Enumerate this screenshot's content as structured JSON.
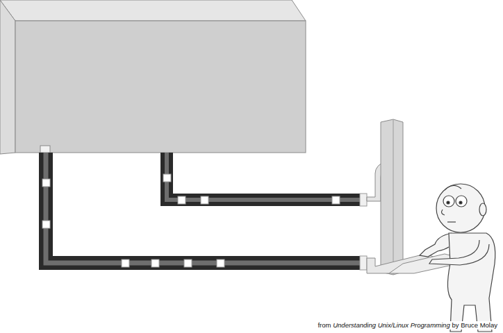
{
  "diagram": {
    "labels": [
      "from",
      "Understanding Unix/Linux Programming",
      "by Bruce Molay"
    ]
  }
}
